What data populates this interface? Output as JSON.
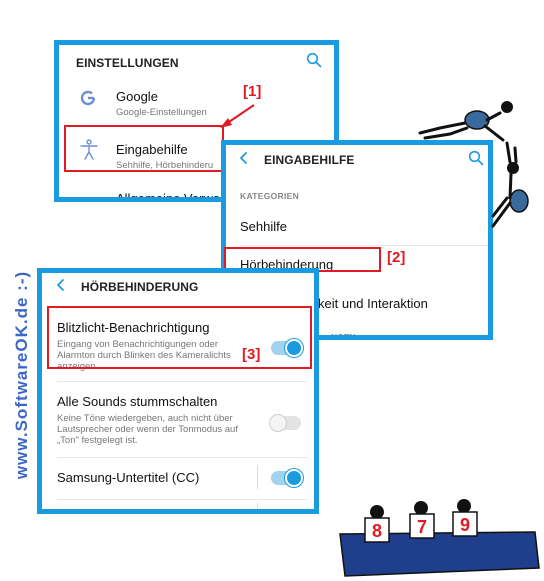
{
  "panel1": {
    "title": "EINSTELLUNGEN",
    "items": [
      {
        "title": "Google",
        "subtitle": "Google-Einstellungen",
        "icon": "google-icon"
      },
      {
        "title": "Eingabehilfe",
        "subtitle": "Sehhilfe, Hörbehinderu",
        "icon": "accessibility-icon"
      },
      {
        "title": "Allgemeine Verwa",
        "icon": "general-settings-icon"
      }
    ]
  },
  "panel2": {
    "title": "EINGABEHILFE",
    "section": "KATEGORIEN",
    "items": [
      {
        "title": "Sehhilfe"
      },
      {
        "title": "Hörbehinderung"
      },
      {
        "title": "keit und Interaktion"
      }
    ],
    "bottom_partial": "NGEN"
  },
  "panel3": {
    "title": "HÖRBEHINDERUNG",
    "items": [
      {
        "title": "Blitzlicht-Benachrichtigung",
        "subtitle_lines": [
          "Eingang von Benachrichtigungen oder",
          "Alarmton durch Blinken des Kameralichts",
          "anzeigen."
        ],
        "enabled": true
      },
      {
        "title": "Alle Sounds stummschalten",
        "subtitle_lines": [
          "Keine Töne wiedergeben, auch nicht über",
          "Lautsprecher oder wenn der Tonmodus auf",
          "„Ton\" festgelegt ist."
        ],
        "enabled": false
      },
      {
        "title": "Samsung-Untertitel (CC)",
        "enabled": true
      }
    ]
  },
  "annotations": {
    "step1": "[1]",
    "step2": "[2]",
    "step3": "[3]"
  },
  "watermark": "www.SoftwareOK.de :-)",
  "score_cards": [
    "8",
    "7",
    "9"
  ],
  "colors": {
    "accent": "#1a9be0",
    "highlight": "#e01b24",
    "watermark": "#3c67c9"
  }
}
